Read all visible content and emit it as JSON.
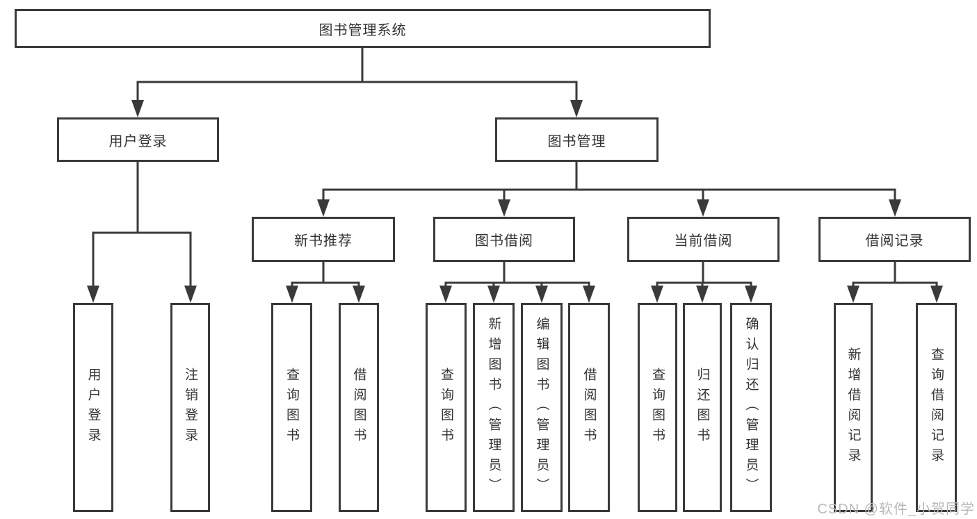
{
  "diagram": {
    "title": "图书管理系统",
    "root": {
      "label": "图书管理系统"
    },
    "branches": [
      {
        "label": "用户登录",
        "children": [
          {
            "label": "用户登录"
          },
          {
            "label": "注销登录"
          }
        ]
      },
      {
        "label": "图书管理",
        "children": [
          {
            "label": "新书推荐",
            "children": [
              {
                "label": "查询图书"
              },
              {
                "label": "借阅图书"
              }
            ]
          },
          {
            "label": "图书借阅",
            "children": [
              {
                "label": "查询图书"
              },
              {
                "label": "新增图书（管理员）"
              },
              {
                "label": "编辑图书（管理员）"
              },
              {
                "label": "借阅图书"
              }
            ]
          },
          {
            "label": "当前借阅",
            "children": [
              {
                "label": "查询图书"
              },
              {
                "label": "归还图书"
              },
              {
                "label": "确认归还（管理员）"
              }
            ]
          },
          {
            "label": "借阅记录",
            "children": [
              {
                "label": "新增借阅记录"
              },
              {
                "label": "查询借阅记录"
              }
            ]
          }
        ]
      }
    ]
  },
  "watermark": {
    "text": "CSDN @软件_小贺同学"
  },
  "colors": {
    "line": "#3a3a3a",
    "box_border": "#3a3a3a",
    "box_background": "#ffffff",
    "text": "#333333",
    "watermark": "#b8b8b8",
    "page_background": "#ffffff"
  }
}
